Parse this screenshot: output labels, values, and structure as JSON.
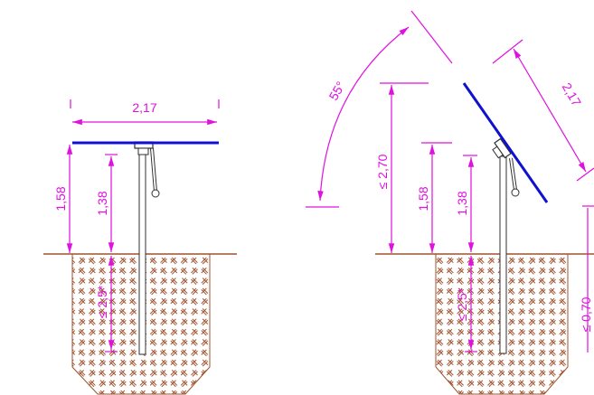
{
  "colors": {
    "dimension": "#e010e0",
    "panel": "#1010d0",
    "soil": "#a0522d",
    "structure": "#303030"
  },
  "views": {
    "horizontal": {
      "panel_width": "2,17",
      "panel_height": "1,58",
      "pivot_height": "1,38",
      "foundation_depth": "≤ 2,5*"
    },
    "tilted": {
      "tilt_angle": "55°",
      "max_height": "≤ 2,70",
      "panel_height": "1,58",
      "pivot_height": "1,38",
      "panel_width": "2,17",
      "foundation_depth": "≤ 2,5*",
      "foundation_width": "≤ 0,70"
    }
  }
}
